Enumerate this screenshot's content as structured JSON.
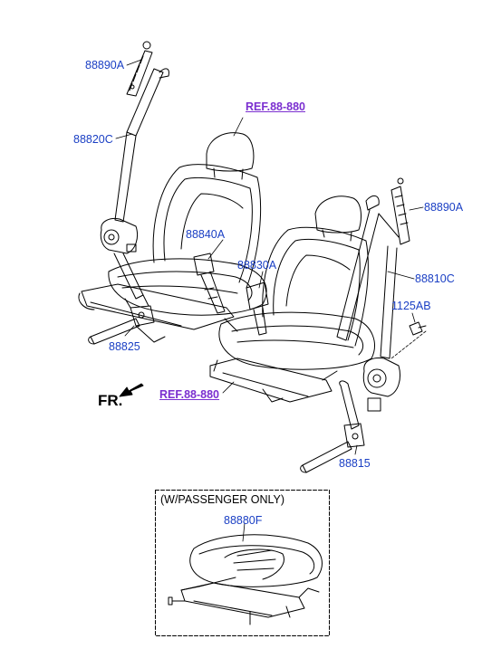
{
  "labels": {
    "p88890A_left": "88890A",
    "p88820C": "88820C",
    "ref_top": "REF.88-880",
    "p88840A": "88840A",
    "p88830A": "88830A",
    "p88825": "88825",
    "p88890A_right": "88890A",
    "p88810C": "88810C",
    "p1125AB": "1125AB",
    "p88815": "88815",
    "ref_bottom": "REF.88-880",
    "fr": "FR.",
    "inset_title": "(W/PASSENGER ONLY)",
    "p88880F": "88880F"
  },
  "colors": {
    "part_label": "#1a3fc4",
    "ref_label": "#7b2fd0",
    "line": "#000000"
  },
  "icons": {
    "front_arrow": "arrow-left-down-icon"
  }
}
